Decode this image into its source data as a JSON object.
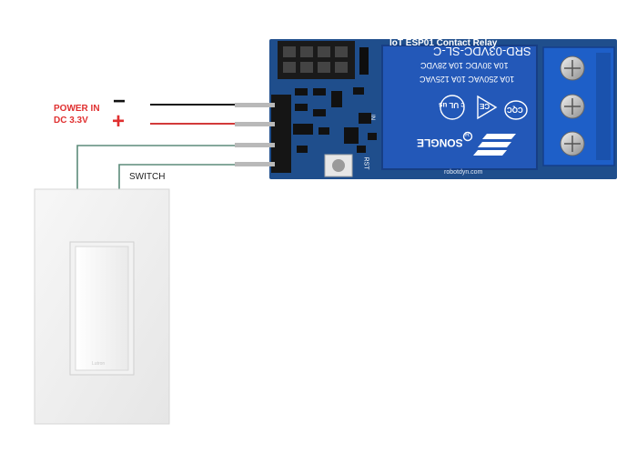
{
  "labels": {
    "power_in": "POWER IN",
    "dc_voltage": "DC 3.3V",
    "minus": "−",
    "plus": "+",
    "switch": "SWITCH"
  },
  "board": {
    "title": "IoT ESP01 Contact Relay",
    "relay_model": "SRD-03VDC-SL-C",
    "rating_1": "10A  30VDC  10A  28VDC",
    "rating_2": "10A 250VAC 10A 125VAC",
    "brand": "SONGLE",
    "ce_mark": "CE",
    "ul_mark": "c UL us",
    "cqc_mark": "CQC",
    "reg_mark": "R",
    "rst_label": "RST",
    "website": "robotdyn.com",
    "pin_label": "IN"
  },
  "switch_plate": {
    "brand_mark": "Lutron"
  },
  "colors": {
    "board_blue": "#1f4e8c",
    "relay_blue": "#2358b8",
    "terminal_blue": "#1e5fc8",
    "wire_black": "#111111",
    "wire_red": "#d23a3a",
    "wire_green": "#5b8b7a",
    "label_red": "#e03030"
  }
}
